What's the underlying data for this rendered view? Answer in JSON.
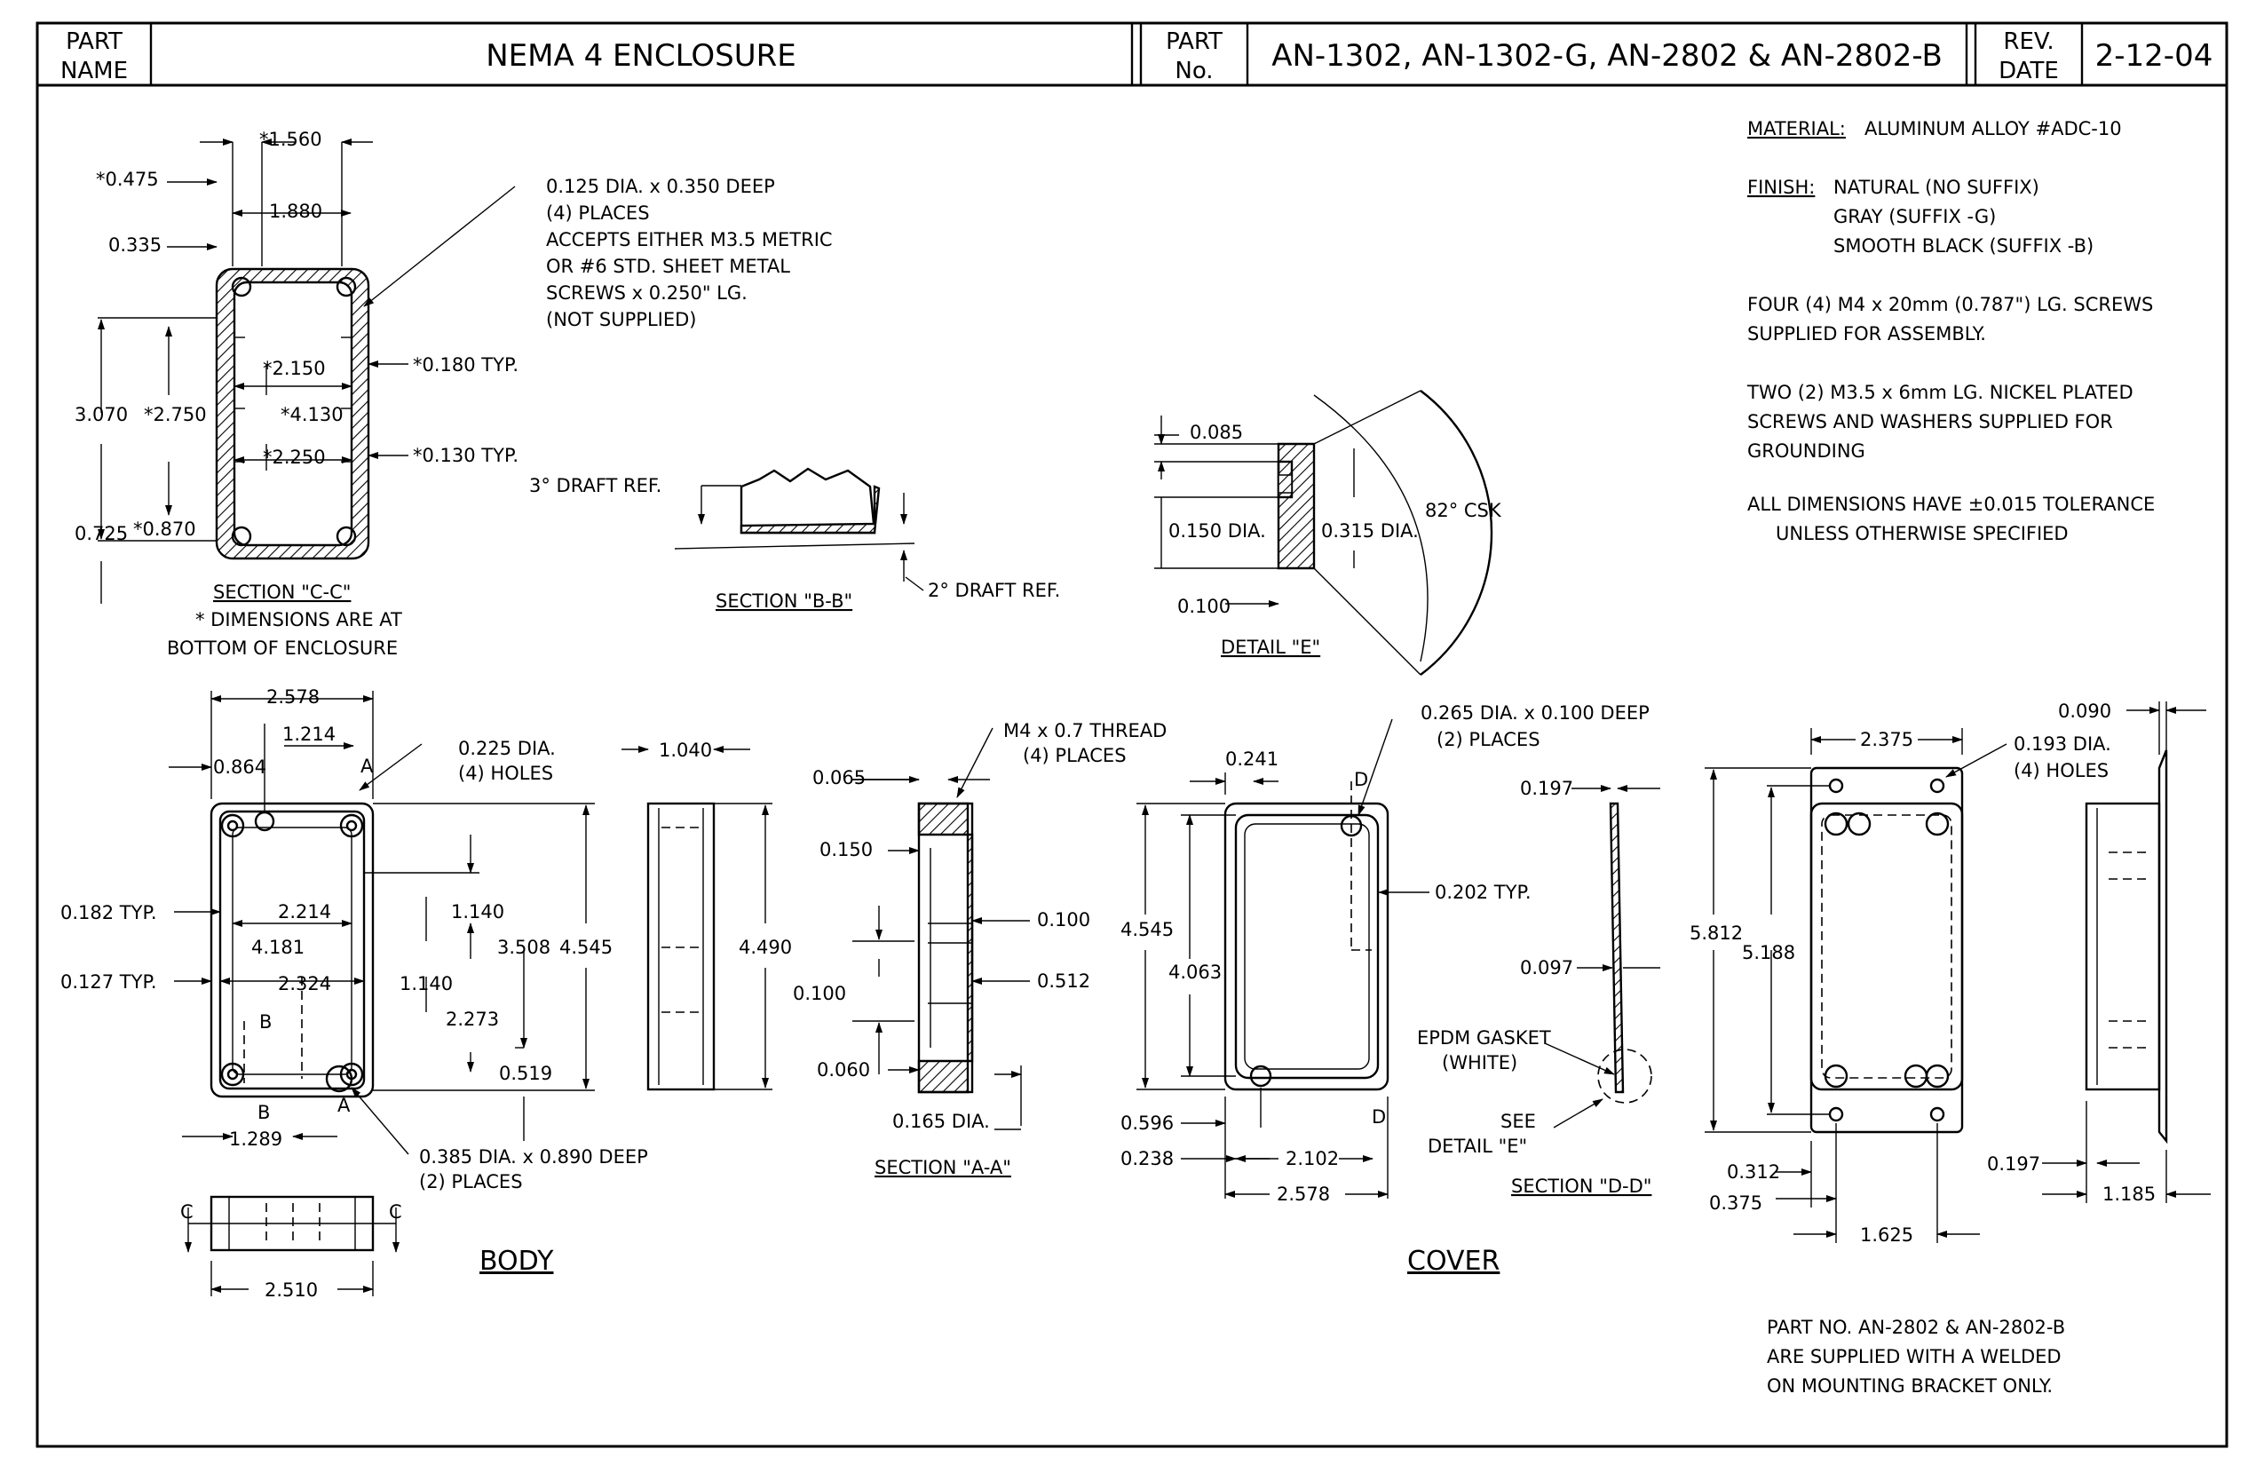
{
  "title_block": {
    "part_name_label_1": "PART",
    "part_name_label_2": "NAME",
    "part_name": "NEMA 4 ENCLOSURE",
    "part_no_label_1": "PART",
    "part_no_label_2": "No.",
    "part_no": "AN-1302, AN-1302-G, AN-2802 & AN-2802-B",
    "rev_label_1": "REV.",
    "rev_label_2": "DATE",
    "rev_date": "2-12-04"
  },
  "notes": {
    "material_label": "MATERIAL:",
    "material": "ALUMINUM ALLOY #ADC-10",
    "finish_label": "FINISH:",
    "finish_1": "NATURAL (NO SUFFIX)",
    "finish_2": "GRAY (SUFFIX -G)",
    "finish_3": "SMOOTH BLACK (SUFFIX -B)",
    "screws_1": "FOUR (4) M4 x 20mm (0.787\") LG. SCREWS",
    "screws_2": "SUPPLIED FOR ASSEMBLY.",
    "ground_1": "TWO (2) M3.5 x 6mm LG. NICKEL PLATED",
    "ground_2": "SCREWS AND WASHERS SUPPLIED FOR",
    "ground_3": "GROUNDING",
    "tol_1": "ALL DIMENSIONS HAVE ±0.015 TOLERANCE",
    "tol_2": "UNLESS OTHERWISE SPECIFIED",
    "bracket_1": "PART NO. AN-2802 & AN-2802-B",
    "bracket_2": "ARE SUPPLIED WITH A WELDED",
    "bracket_3": "ON MOUNTING BRACKET ONLY."
  },
  "section_cc": {
    "title": "SECTION \"C-C\"",
    "note_1": "* DIMENSIONS ARE AT",
    "note_2": "BOTTOM OF ENCLOSURE",
    "hole_note_1": "0.125 DIA. x 0.350 DEEP",
    "hole_note_2": "(4) PLACES",
    "hole_note_3": "ACCEPTS EITHER M3.5 METRIC",
    "hole_note_4": "OR #6 STD. SHEET METAL",
    "hole_note_5": "SCREWS x 0.250\" LG.",
    "hole_note_6": "(NOT SUPPLIED)",
    "dims": {
      "d1560": "*1.560",
      "d0475": "*0.475",
      "d1880": "1.880",
      "d0335": "0.335",
      "d2150": "*2.150",
      "d0180": "*0.180 TYP.",
      "d3070": "3.070",
      "d2750": "*2.750",
      "d4130": "*4.130",
      "d2250": "*2.250",
      "d0130": "*0.130 TYP.",
      "d0725": "0.725",
      "d0870": "*0.870"
    }
  },
  "section_bb": {
    "title": "SECTION \"B-B\"",
    "draft_3": "3° DRAFT REF.",
    "draft_2": "2° DRAFT REF."
  },
  "detail_e": {
    "title": "DETAIL \"E\"",
    "d0085": "0.085",
    "d0150": "0.150 DIA.",
    "d0315": "0.315 DIA.",
    "d0100": "0.100",
    "csk": "82° CSK"
  },
  "body": {
    "title": "BODY",
    "d2578": "2.578",
    "d1214": "1.214",
    "d0864": "0.864",
    "hole_1": "0.225 DIA.",
    "hole_2": "(4) HOLES",
    "d1040": "1.040",
    "d0182": "0.182 TYP.",
    "d2214": "2.214",
    "d1140a": "1.140",
    "d4181": "4.181",
    "d3508": "3.508",
    "d4545": "4.545",
    "d4490": "4.490",
    "d0127": "0.127 TYP.",
    "d2324": "2.324",
    "d1140b": "1.140",
    "d2273": "2.273",
    "d0519": "0.519",
    "d1289": "1.289",
    "deep_1": "0.385 DIA. x 0.890 DEEP",
    "deep_2": "(2) PLACES",
    "d2510": "2.510",
    "cut_a": "A",
    "cut_b": "B",
    "cut_c": "C"
  },
  "section_aa": {
    "title": "SECTION \"A-A\"",
    "thread_1": "M4 x 0.7 THREAD",
    "thread_2": "(4) PLACES",
    "d0065": "0.065",
    "d0150": "0.150",
    "d0100a": "0.100",
    "d0100b": "0.100",
    "d0512": "0.512",
    "d0060": "0.060",
    "d0165": "0.165 DIA."
  },
  "cover": {
    "title": "COVER",
    "d0241": "0.241",
    "hole_1": "0.265 DIA. x 0.100 DEEP",
    "hole_2": "(2) PLACES",
    "d0202": "0.202 TYP.",
    "d4545": "4.545",
    "d4063": "4.063",
    "d0596": "0.596",
    "d0238": "0.238",
    "d2102": "2.102",
    "d2578": "2.578",
    "cut_d": "D"
  },
  "section_dd": {
    "title": "SECTION \"D-D\"",
    "d0197": "0.197",
    "d0097": "0.097",
    "gasket_1": "EPDM GASKET",
    "gasket_2": "(WHITE)",
    "see_1": "SEE",
    "see_2": "DETAIL \"E\""
  },
  "bracket": {
    "d2375": "2.375",
    "hole_1": "0.193 DIA.",
    "hole_2": "(4) HOLES",
    "d0090": "0.090",
    "d5812": "5.812",
    "d5188": "5.188",
    "d0312": "0.312",
    "d0375": "0.375",
    "d1625": "1.625",
    "d0197": "0.197",
    "d1185": "1.185"
  }
}
